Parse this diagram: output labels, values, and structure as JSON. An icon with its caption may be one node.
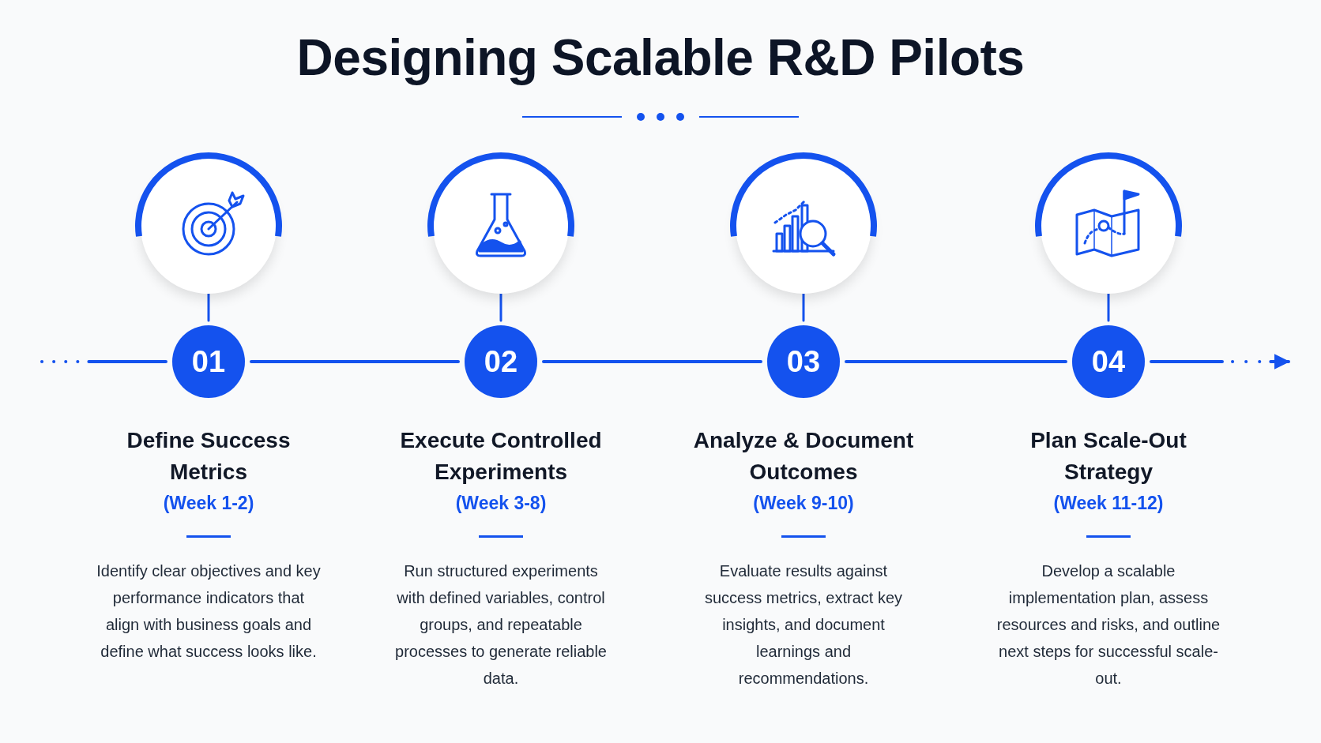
{
  "diagram": {
    "title": "Designing Scalable R&D Pilots",
    "nodes": [
      {
        "text": [],
        "shape": "circle"
      },
      {
        "text": [
          "01"
        ],
        "beside": [
          "Define Success Metrics",
          "(Week 1-2)",
          "Identify clear objectives and key performance indicators that align with business goals and define what success looks like."
        ]
      },
      {
        "text": [],
        "shape": "circle"
      },
      {
        "text": [
          "02"
        ],
        "beside": [
          "Execute Controlled Experiments",
          "(Week 3-8)",
          "Run structured experiments with defined variables, control groups, and repeatable processes to generate reliable data."
        ]
      },
      {
        "text": [],
        "shape": "circle"
      },
      {
        "text": [
          "03"
        ],
        "beside": [
          "Analyze & Document Outcomes",
          "(Week 9-10)",
          "Evaluate results against success metrics, extract key insights, and document learnings and recommendations."
        ]
      },
      {
        "text": [],
        "shape": "circle"
      },
      {
        "text": [
          "04"
        ],
        "beside": [
          "Plan Scale-Out Strategy",
          "(Week 11-12)",
          "Develop a scalable implementation plan, assess resources and risks, and outline next steps for successful scale-out."
        ]
      }
    ],
    "edges": [
      {
        "from": 0,
        "to": 1,
        "arrow": "none"
      },
      {
        "from": 2,
        "to": 3,
        "arrow": "none"
      },
      {
        "from": 4,
        "to": 5,
        "arrow": "none"
      },
      {
        "from": 6,
        "to": 7,
        "arrow": "none"
      },
      {
        "from": null,
        "to": 1,
        "arrow": "none",
        "style": "dashed"
      },
      {
        "from": 1,
        "to": 3,
        "arrow": "none"
      },
      {
        "from": 3,
        "to": 5,
        "arrow": "none"
      },
      {
        "from": 5,
        "to": 7,
        "arrow": "none"
      },
      {
        "from": 7,
        "to": null,
        "arrow": "to",
        "style": "dashed"
      }
    ]
  }
}
